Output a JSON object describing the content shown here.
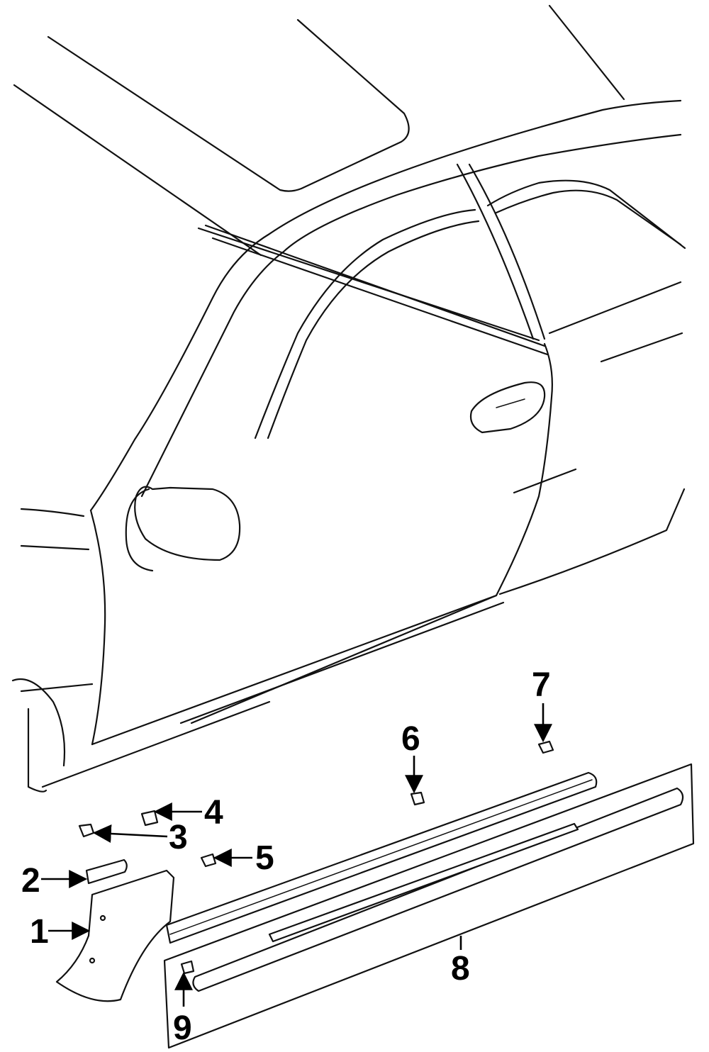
{
  "diagram": {
    "type": "exploded-parts-diagram",
    "callouts": [
      {
        "id": "1",
        "label": "1"
      },
      {
        "id": "2",
        "label": "2"
      },
      {
        "id": "3",
        "label": "3"
      },
      {
        "id": "4",
        "label": "4"
      },
      {
        "id": "5",
        "label": "5"
      },
      {
        "id": "6",
        "label": "6"
      },
      {
        "id": "7",
        "label": "7"
      },
      {
        "id": "8",
        "label": "8"
      },
      {
        "id": "9",
        "label": "9"
      }
    ]
  }
}
